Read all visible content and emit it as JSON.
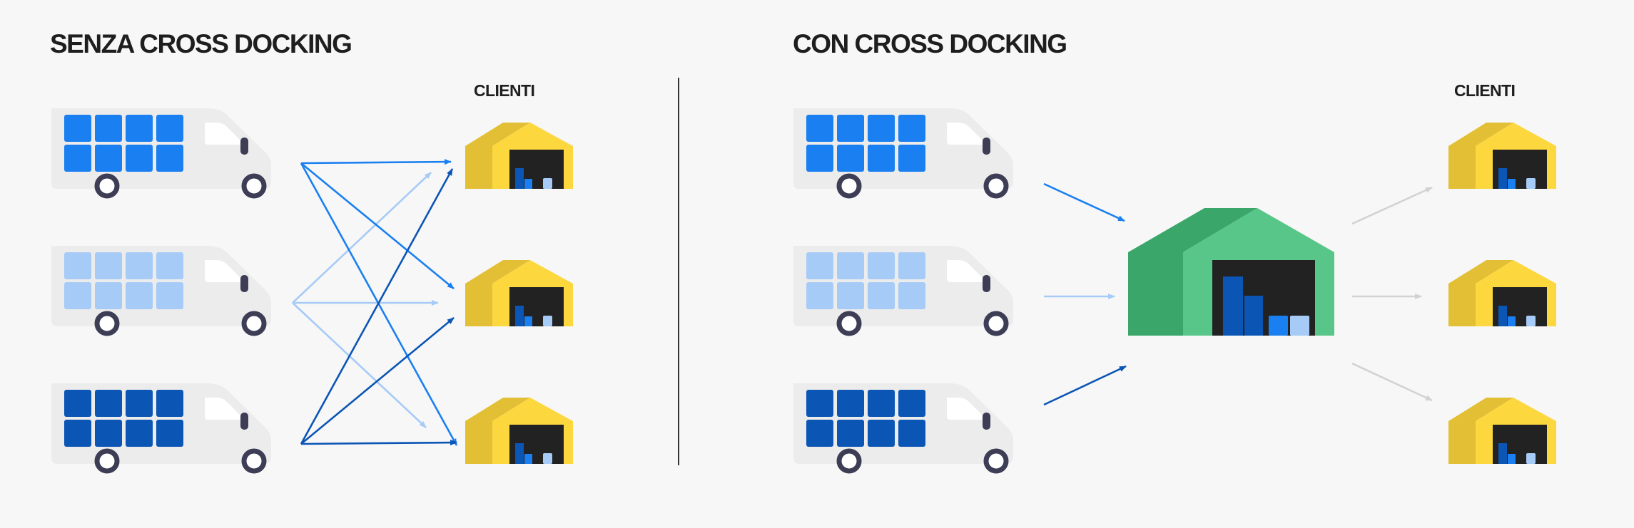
{
  "left_panel": {
    "title": "SENZA CROSS DOCKING",
    "clients_label": "CLIENTI"
  },
  "right_panel": {
    "title": "CON CROSS DOCKING",
    "clients_label": "CLIENTI"
  },
  "colors": {
    "background": "#f7f7f7",
    "truck_blue": "#1a7ff0",
    "truck_light_blue": "#a7cbf7",
    "truck_dark_blue": "#0b55b5",
    "warehouse_yellow": "#fdd73e",
    "warehouse_dark_yellow": "#e3bf36",
    "cross_dock_green": "#58c688",
    "cross_dock_dark_green": "#3aa66a",
    "arrow_gray": "#d4d4d4"
  },
  "icons": [
    "delivery-van-icon",
    "warehouse-icon",
    "cross-dock-warehouse-icon",
    "arrow-icon"
  ]
}
